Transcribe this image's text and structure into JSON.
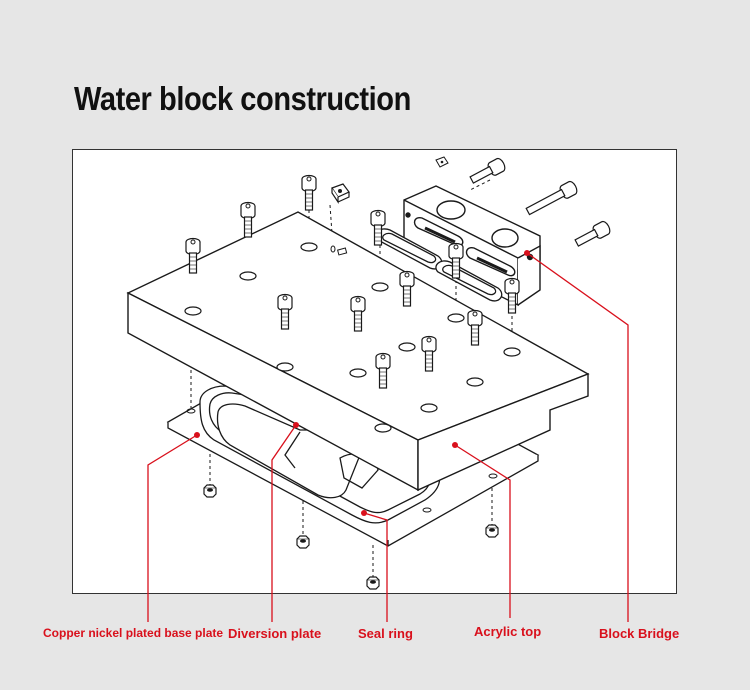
{
  "title": "Water block construction",
  "labels": {
    "base_plate": "Copper nickel plated base plate",
    "diversion_plate": "Diversion plate",
    "seal_ring": "Seal ring",
    "acrylic_top": "Acrylic top",
    "block_bridge": "Block Bridge"
  },
  "colors": {
    "callout": "#d9101c",
    "background": "#e6e6e6",
    "panel": "#ffffff",
    "line": "#1a1a1a"
  }
}
